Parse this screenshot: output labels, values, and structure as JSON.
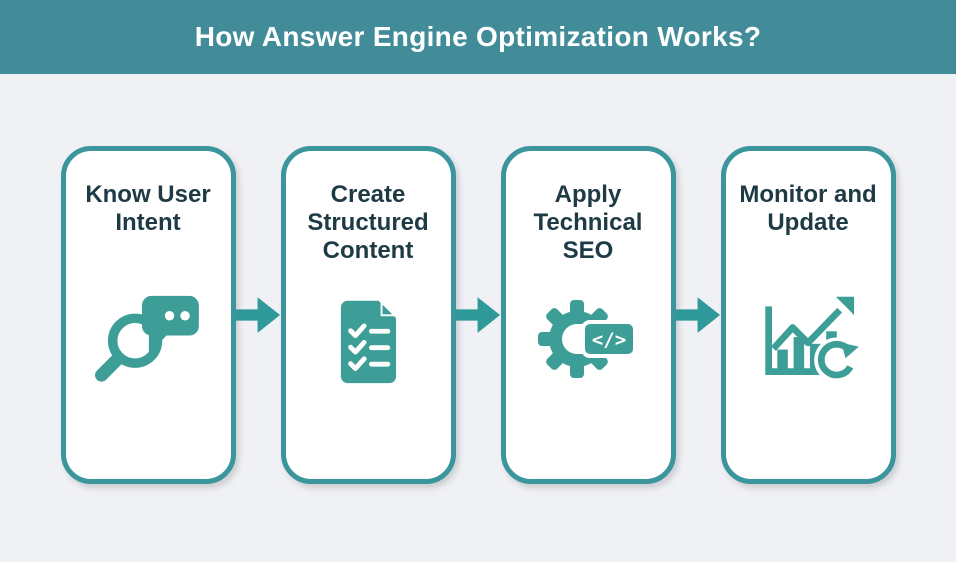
{
  "header": {
    "title": "How Answer Engine Optimization Works?"
  },
  "colors": {
    "background": "#f0f1f4",
    "header_bg": "#418c98",
    "header_text": "#ffffff",
    "card_bg": "#ffffff",
    "card_border": "#3b959c",
    "title_text": "#1d3a45",
    "icon": "#3d9e97",
    "arrow": "#2f9899"
  },
  "steps": [
    {
      "title": "Know User Intent",
      "icon": "search-chat-icon"
    },
    {
      "title": "Create Structured Content",
      "icon": "checklist-document-icon"
    },
    {
      "title": "Apply Technical SEO",
      "icon": "gear-code-icon"
    },
    {
      "title": "Monitor and Update",
      "icon": "chart-refresh-icon"
    }
  ],
  "gear_code_text": "</>",
  "flow_arrow": {
    "name": "right-arrow-icon"
  }
}
